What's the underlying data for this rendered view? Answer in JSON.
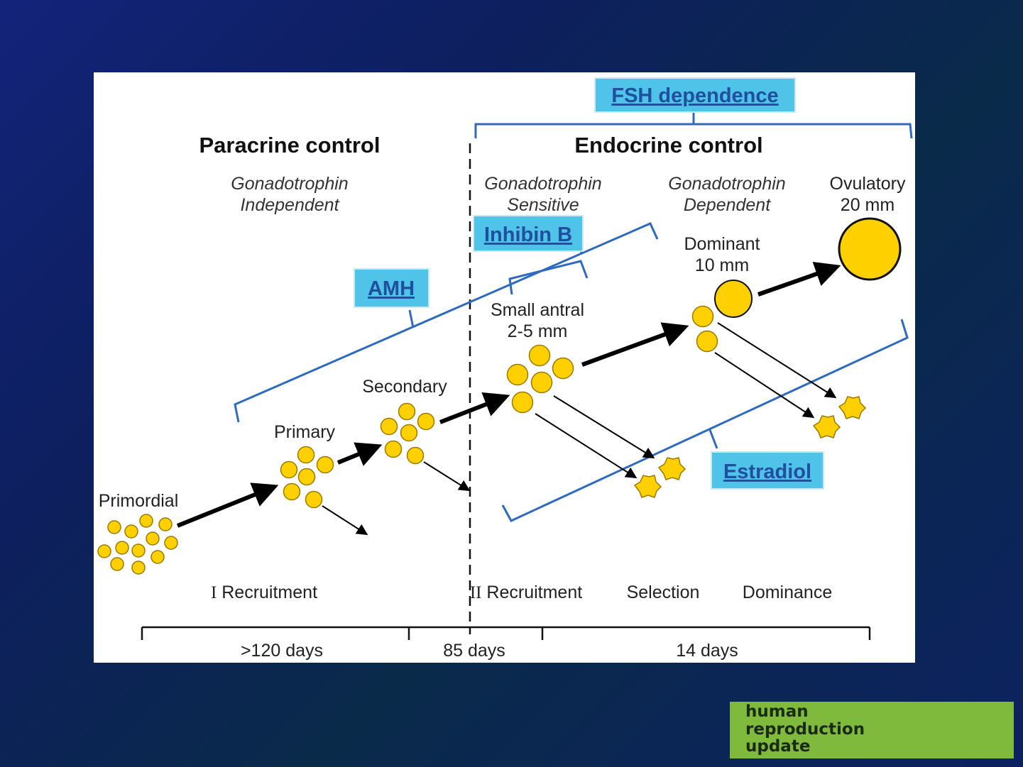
{
  "diagram": {
    "headers": {
      "paracrine": "Paracrine control",
      "endocrine": "Endocrine control"
    },
    "phases": {
      "independent_1": "Gonadotrophin",
      "independent_2": "Independent",
      "sensitive_1": "Gonadotrophin",
      "sensitive_2": "Sensitive",
      "dependent_1": "Gonadotrophin",
      "dependent_2": "Dependent",
      "ovulatory_1": "Ovulatory",
      "ovulatory_2": "20 mm"
    },
    "hormones": {
      "fsh": "FSH dependence",
      "inhibin": "Inhibin B",
      "amh": "AMH",
      "estradiol": "Estradiol"
    },
    "follicles": {
      "primordial": "Primordial",
      "primary": "Primary",
      "secondary": "Secondary",
      "small_antral_1": "Small antral",
      "small_antral_2": "2-5 mm",
      "dominant_1": "Dominant",
      "dominant_2": "10 mm"
    },
    "stages": {
      "recruitment_1_numeral": "I",
      "recruitment_1": "Recruitment",
      "recruitment_2_numeral": "II",
      "recruitment_2": "Recruitment",
      "selection": "Selection",
      "dominance": "Dominance"
    },
    "timeline": {
      "period_1": ">120 days",
      "period_2": "85 days",
      "period_3": "14 days"
    },
    "colors": {
      "follicle_fill": "#ffd000",
      "follicle_stroke": "#9a7a00",
      "bracket": "#2e6bbf",
      "hormone_box": "#4fc3e8"
    }
  },
  "journal": {
    "line1": "human",
    "line2": "reproduction",
    "line3": "update"
  }
}
